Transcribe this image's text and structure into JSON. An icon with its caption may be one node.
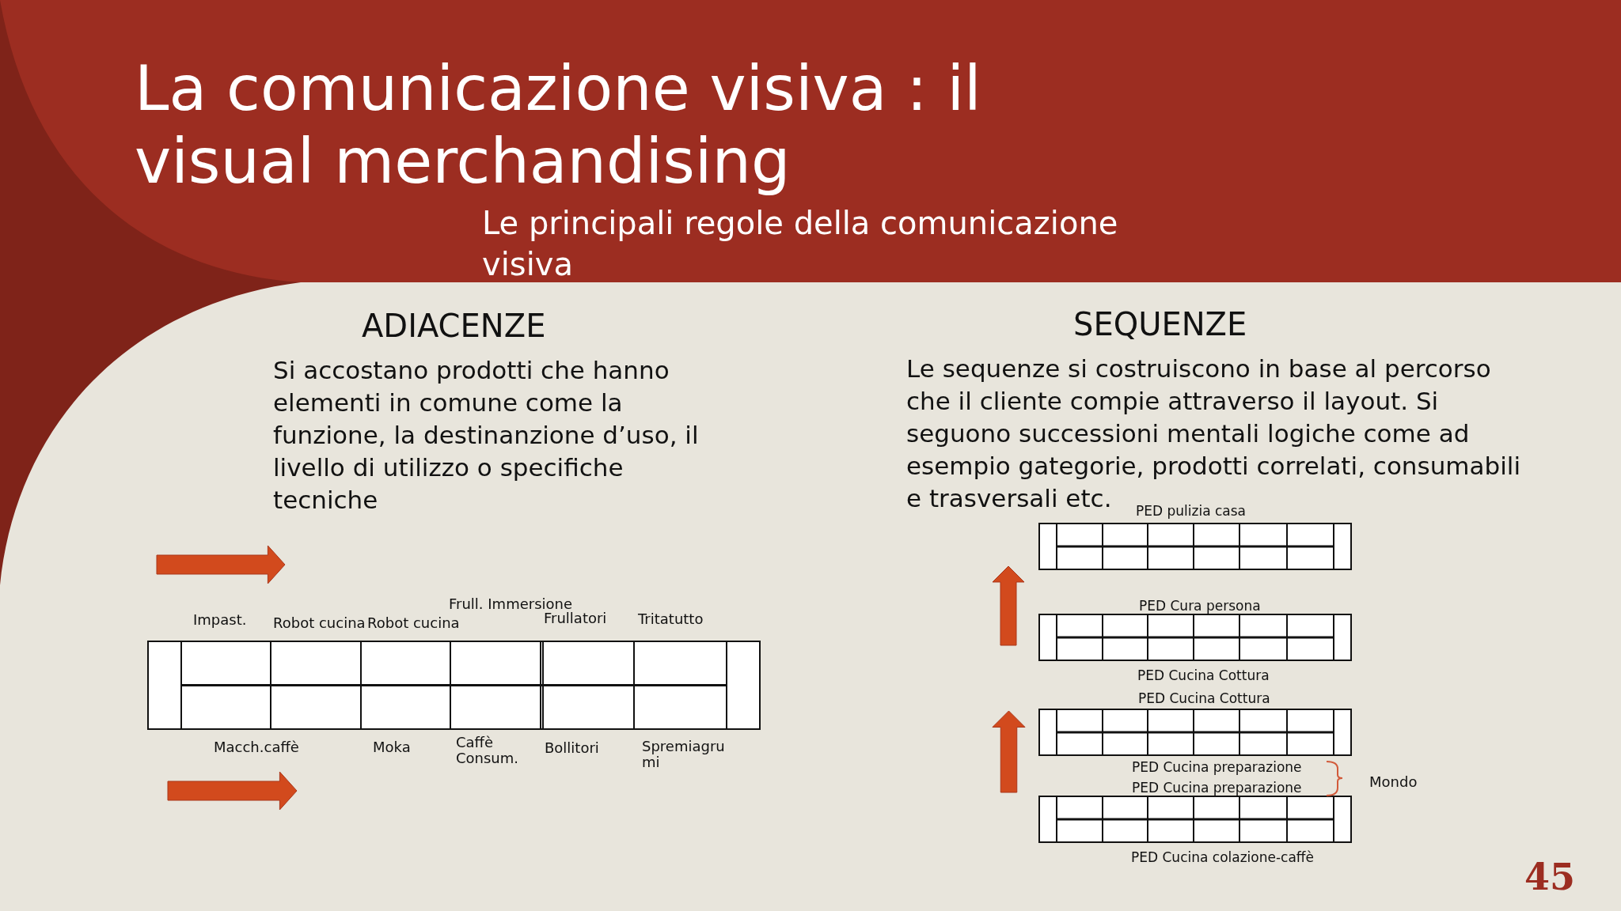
{
  "diagram": {
    "title": "La comunicazione visiva : il visual merchandising",
    "labels": [
      "Le principali regole della comunicazione visiva",
      "ADIACENZE",
      "Si accostano prodotti che hanno elementi in comune come la funzione, la destinanzione d’uso, il livello di utilizzo o specifiche tecniche",
      "SEQUENZE",
      "Le sequenze si costruiscono in base al percorso che il cliente compie attraverso il layout. Si seguono successioni mentali logiche come ad esempio gategorie, prodotti correlati, consumabili e trasversali etc.",
      "Frull. Immersione",
      "Impast.",
      "Robot cucina",
      "Robot cucina",
      "Frullatori",
      "Tritatutto",
      "Macch.caffè",
      "Moka",
      "Caffè Consum.",
      "Bollitori",
      "Spremiagru mi",
      "PED pulizia casa",
      "PED Cura persona",
      "PED Cucina Cottura",
      "PED Cucina Cottura",
      "PED Cucina preparazione",
      "PED Cucina preparazione",
      "Mondo",
      "PED Cucina colazione-caffè",
      "45"
    ]
  }
}
